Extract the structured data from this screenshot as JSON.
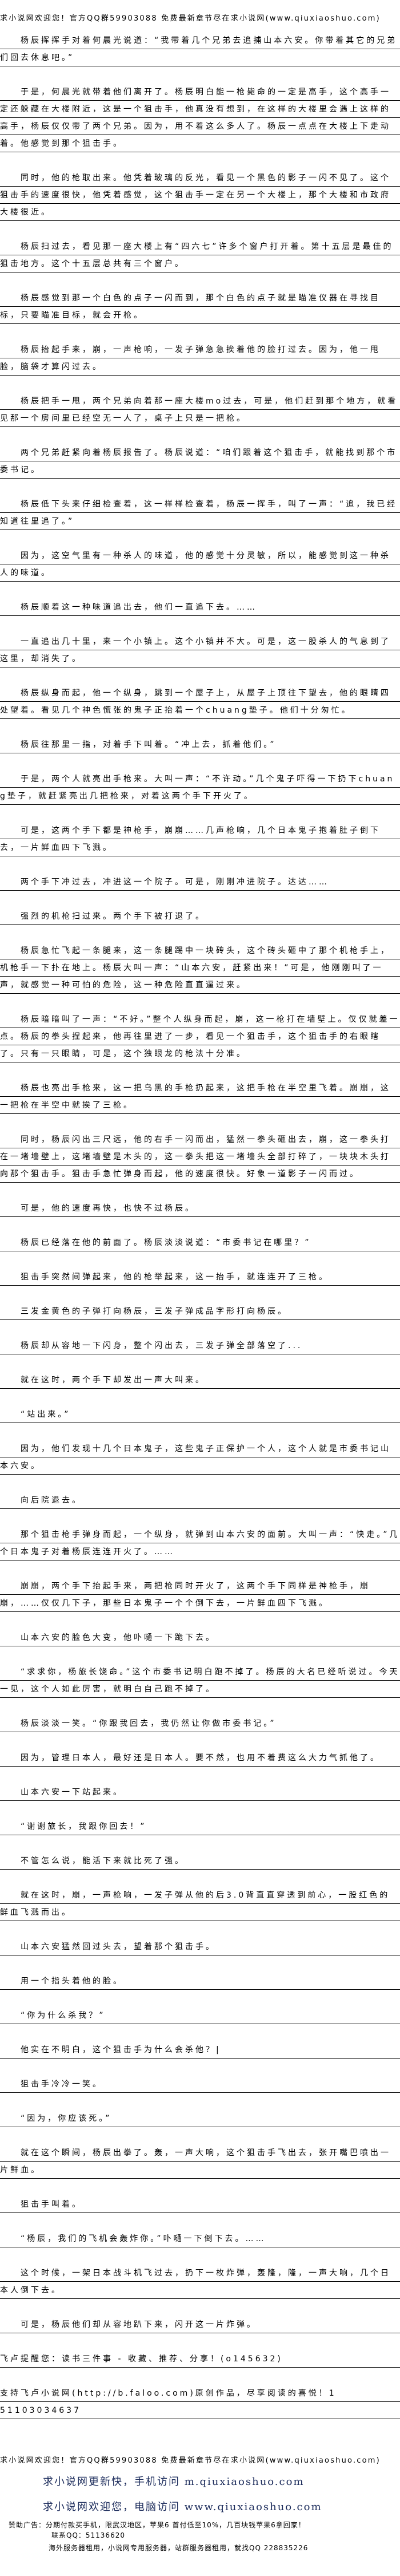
{
  "site_notice": "求小说网欢迎您！官方QQ群59903088 免费最新章节尽在求小说网(www.qiuxiaoshuo.com)",
  "paragraphs": [
    "杨辰挥挥手对着何晨光说道：“我带着几个兄弟去追捕山本六安。你带着其它的兄弟们回去休息吧。”",
    "于是，何晨光就带着他们离开了。杨辰明白能一枪毙命的一定是高手，这个高手一定还躲藏在大楼附近，这是一个狙击手，他真没有想到，在这样的大楼里会遇上这样的高手，杨辰仅仅带了两个兄弟。因为，用不着这么多人了。杨辰一点点在大楼上下走动着。他感觉到那个狙击手。",
    "同时，他的枪取出来。他凭着玻璃的反光，看见一个黑色的影子一闪不见了。这个狙击手的速度很快，他凭着感觉，这个狙击手一定在另一个大楼上，那个大楼和市政府大楼很近。",
    "杨辰扫过去，看见那一座大楼上有“四六七”许多个窗户打开着。第十五层是最佳的狙击地方。这个十五层总共有三个窗户。",
    "杨辰感觉到那一个白色的点子一闪而到，那个白色的点子就是瞄准仪器在寻找目标，只要瞄准目标，就会开枪。",
    "杨辰抬起手来，崩，一声枪响，一发子弹急急挨着他的脸打过去。因为，他一甩脸，脑袋才算闪过去。",
    "杨辰把手一甩，两个兄弟向着那一座大楼mo过去，可是，他们赶到那个地方，就看见那一个房间里已经空无一人了，桌子上只是一把枪。",
    "两个兄弟赶紧向着杨辰报告了。杨辰说道：“咱们跟着这个狙击手，就能找到那个市委书记。",
    "杨辰低下头来仔细检查着，这一样样检查着，杨辰一挥手，叫了一声：“追，我已经知道往里追了。”",
    "因为，这空气里有一种杀人的味道，他的感觉十分灵敏，所以，能感觉到这一种杀人的味道。",
    "杨辰顺着这一种味道追出去，他们一直追下去。……",
    "一直追出几十里，来一个小镇上。这个小镇并不大。可是，这一股杀人的气息到了这里，却消失了。",
    "杨辰纵身而起，他一个纵身，跳到一个屋子上，从屋子上顶往下望去，他的眼睛四处望着。看见几个神色慌张的鬼子正抬着一个chuang垫子。他们十分匆忙。",
    "杨辰往那里一指，对着手下叫着。“冲上去，抓着他们。”",
    "于是，两个人就亮出手枪来。大叫一声：“不许动。”几个鬼子吓得一下扔下chuang垫子，就赶紧亮出几把枪来，对着这两个手下开火了。",
    "可是，这两个手下都是神枪手，崩崩……几声枪响，几个日本鬼子抱着肚子倒下去，一片鲜血四下飞溅。",
    "两个手下冲过去，冲进这一个院子。可是，刚刚冲进院子。达达……",
    "强烈的机枪扫过来。两个手下被打退了。",
    "杨辰急忙飞起一条腿来，这一条腿踢中一块砖头，这个砖头砸中了那个机枪手上，机枪手一下扑在地上。杨辰大叫一声：“山本六安，赶紧出来！”可是，他刚刚叫了一声，就感觉一种可怕的危险，这一种危险直直逼过来。",
    "杨辰暗暗叫了一声：“不好。”整个人纵身而起，崩，这一枪打在墙壁上。仅仅就差一点。杨辰的拳头捏起来，他再往里进了一步，看见一个狙击手，这个狙击手的右眼瞎了。只有一只眼睛，可是，这个独眼龙的枪法十分准。",
    "杨辰也亮出手枪来，这一把乌黑的手枪扔起来，这把手枪在半空里飞着。崩崩，这一把枪在半空中就挨了三枪。",
    "同时，杨辰闪出三尺远，他的右手一闪而出，猛然一拳头砸出去，崩，这一拳头打在一堵墙壁上，这堵墙壁是木头的，这一拳头把这一堵墙头全部打碎了，一块块木头打向那个狙击手。狙击手急忙弹身而起，他的速度很快。好象一道影子一闪而过。",
    "可是，他的速度再快，也快不过杨辰。",
    "杨辰已经落在他的前面了。杨辰淡淡说道：“市委书记在哪里？”",
    "狙击手突然间弹起来，他的枪举起来，这一抬手，就连连开了三枪。",
    "三发金黄色的子弹打向杨辰，三发子弹成品字形打向杨辰。",
    "杨辰却从容地一下闪身，整个闪出去，三发子弹全部落空了...",
    "就在这时，两个手下却发出一声大叫来。",
    "“站出来。”",
    "因为，他们发现十几个日本鬼子，这些鬼子正保护一个人，这个人就是市委书记山本六安。",
    "向后院退去。",
    "那个狙击枪手弹身而起，一个纵身，就弹到山本六安的面前。大叫一声：“快走。”几个日本鬼子对着杨辰连连开火了。……",
    "崩崩，两个手下抬起手来，两把枪同时开火了，这两个手下同样是神枪手，崩崩，……仅仅几下子，那些日本鬼子一个个倒下去，一片鲜血四下飞溅。",
    "山本六安的脸色大变，他卟嗵一下跪下去。",
    "“求求你，杨旅长饶命。”这个市委书记明白跑不掉了。杨辰的大名已经听说过。今天一见，这个人如此厉害，就明白自己跑不掉了。",
    "杨辰淡淡一笑。“你跟我回去，我仍然让你做市委书记。”",
    "因为，管理日本人，最好还是日本人。要不然，也用不着费这么大力气抓他了。",
    "山本六安一下站起来。",
    "“谢谢旅长，我跟你回去！”",
    "不管怎么说，能活下来就比死了强。",
    "就在这时，崩，一声枪响，一发子弹从他的后3.0背直直穿透到前心，一股红色的鲜血飞溅而出。",
    "山本六安猛然回过头去，望着那个狙击手。",
    "用一个指头着他的脸。",
    "“你为什么杀我？”",
    "他实在不明白，这个狙击手为什么会杀他？|",
    "狙击手冷冷一笑。",
    "“因为，你应该死。”",
    "就在这个瞬间，杨辰出拳了。轰，一声大响，这个狙击手飞出去，张开嘴巴喷出一片鲜血。",
    "狙击手叫着。",
    "“杨辰，我们的飞机会轰炸你。”卟嗵一下倒下去。……",
    "这个时候，一架日本战斗机飞过去，扔下一枚炸弹，轰隆，隆，一声大响，几个日本人倒下去。",
    "可是，杨辰他们却从容地趴下来，闪开这一片炸弹。"
  ],
  "notes": [
    "飞卢提醒您：读书三件事 - 收藏、推荐、分享！(o145632)",
    "支持飞卢小说网(http://b.faloo.com)原创作品，尽享阅读的喜悦！1"
  ],
  "note_tail": "51103034637",
  "footer": {
    "site_notice": "求小说网欢迎您！官方QQ群59903088 免费最新章节尽在求小说网(www.qiuxiaoshuo.com)",
    "mobile": "求小说网更新快，手机访问 m.qiuxiaoshuo.com",
    "pc": "求小说网欢迎您，电脑访问 www.qiuxiaoshuo.com",
    "ad_line1": "赞助广告：分期付款买手机，限武汉地区，苹果6 首付低至10%，几百块钱苹果6拿回家！",
    "ad_line2": "联系QQ：51136620",
    "ad_line3": "海外服务器租用，小说网专用服务器，站群服务器租用，就找QQ 228835226"
  }
}
